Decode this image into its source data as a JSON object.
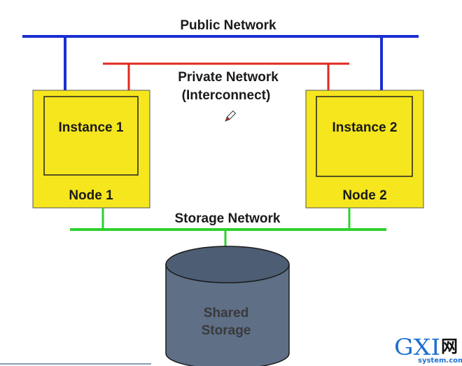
{
  "diagram": {
    "public_network": "Public Network",
    "private_network_line1": "Private Network",
    "private_network_line2": "(Interconnect)",
    "storage_network": "Storage Network",
    "nodes": [
      {
        "instance": "Instance 1",
        "node": "Node 1"
      },
      {
        "instance": "Instance 2",
        "node": "Node 2"
      }
    ],
    "shared_storage_line1": "Shared",
    "shared_storage_line2": "Storage"
  },
  "watermark": {
    "letters": "GXI",
    "cn": "网",
    "domain": "system.com"
  },
  "colors": {
    "public_network": "#1a2fd0",
    "private_network": "#e0281e",
    "storage_network": "#2ed12e",
    "node_fill": "#f5e61e",
    "cylinder_body": "#5e6f86",
    "cylinder_top": "#4d5d74"
  }
}
